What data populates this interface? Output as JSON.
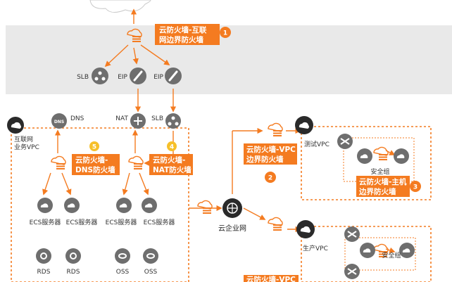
{
  "colors": {
    "orange": "#f47b20",
    "orange_light": "#f6c02a",
    "dark": "#2a2a2a",
    "gray_icon": "#6e6e6e",
    "band": "#e9e9e9",
    "line": "#f47b20"
  },
  "firewalls": {
    "internet": {
      "line1": "云防火墙-互联",
      "line2": "网边界防火墙",
      "num": "1"
    },
    "vpc": {
      "line1": "云防火墙-VPC",
      "line2": "边界防火墙",
      "num": "2"
    },
    "host": {
      "line1": "云防火墙-主机",
      "line2": "边界防火墙",
      "num": "3"
    },
    "nat": {
      "line1": "云防火墙-",
      "line2": "NAT防火墙",
      "num": "4"
    },
    "dns": {
      "line1": "云防火墙-",
      "line2": "DNS防火墙",
      "num": "5"
    },
    "bottom": {
      "line1": "云防火墙-VPC"
    }
  },
  "nodes": {
    "slb_top": "SLB",
    "eip1": "EIP",
    "eip2": "EIP",
    "dns": "DNS",
    "dns_icon_text": "DNS",
    "nat": "NAT",
    "slb_mid": "SLB",
    "internet_vpc_line1": "互联网",
    "internet_vpc_line2": "业务VPC",
    "cen": "云企业网",
    "test_vpc": "测试VPC",
    "prod_vpc": "生产VPC",
    "sg1": "安全组",
    "sg2": "安全组"
  },
  "ecs": [
    "ECS服务器",
    "ECS服务器",
    "ECS服务器",
    "ECS服务器"
  ],
  "rds": [
    "RDS",
    "RDS"
  ],
  "oss": [
    "OSS",
    "OSS"
  ]
}
